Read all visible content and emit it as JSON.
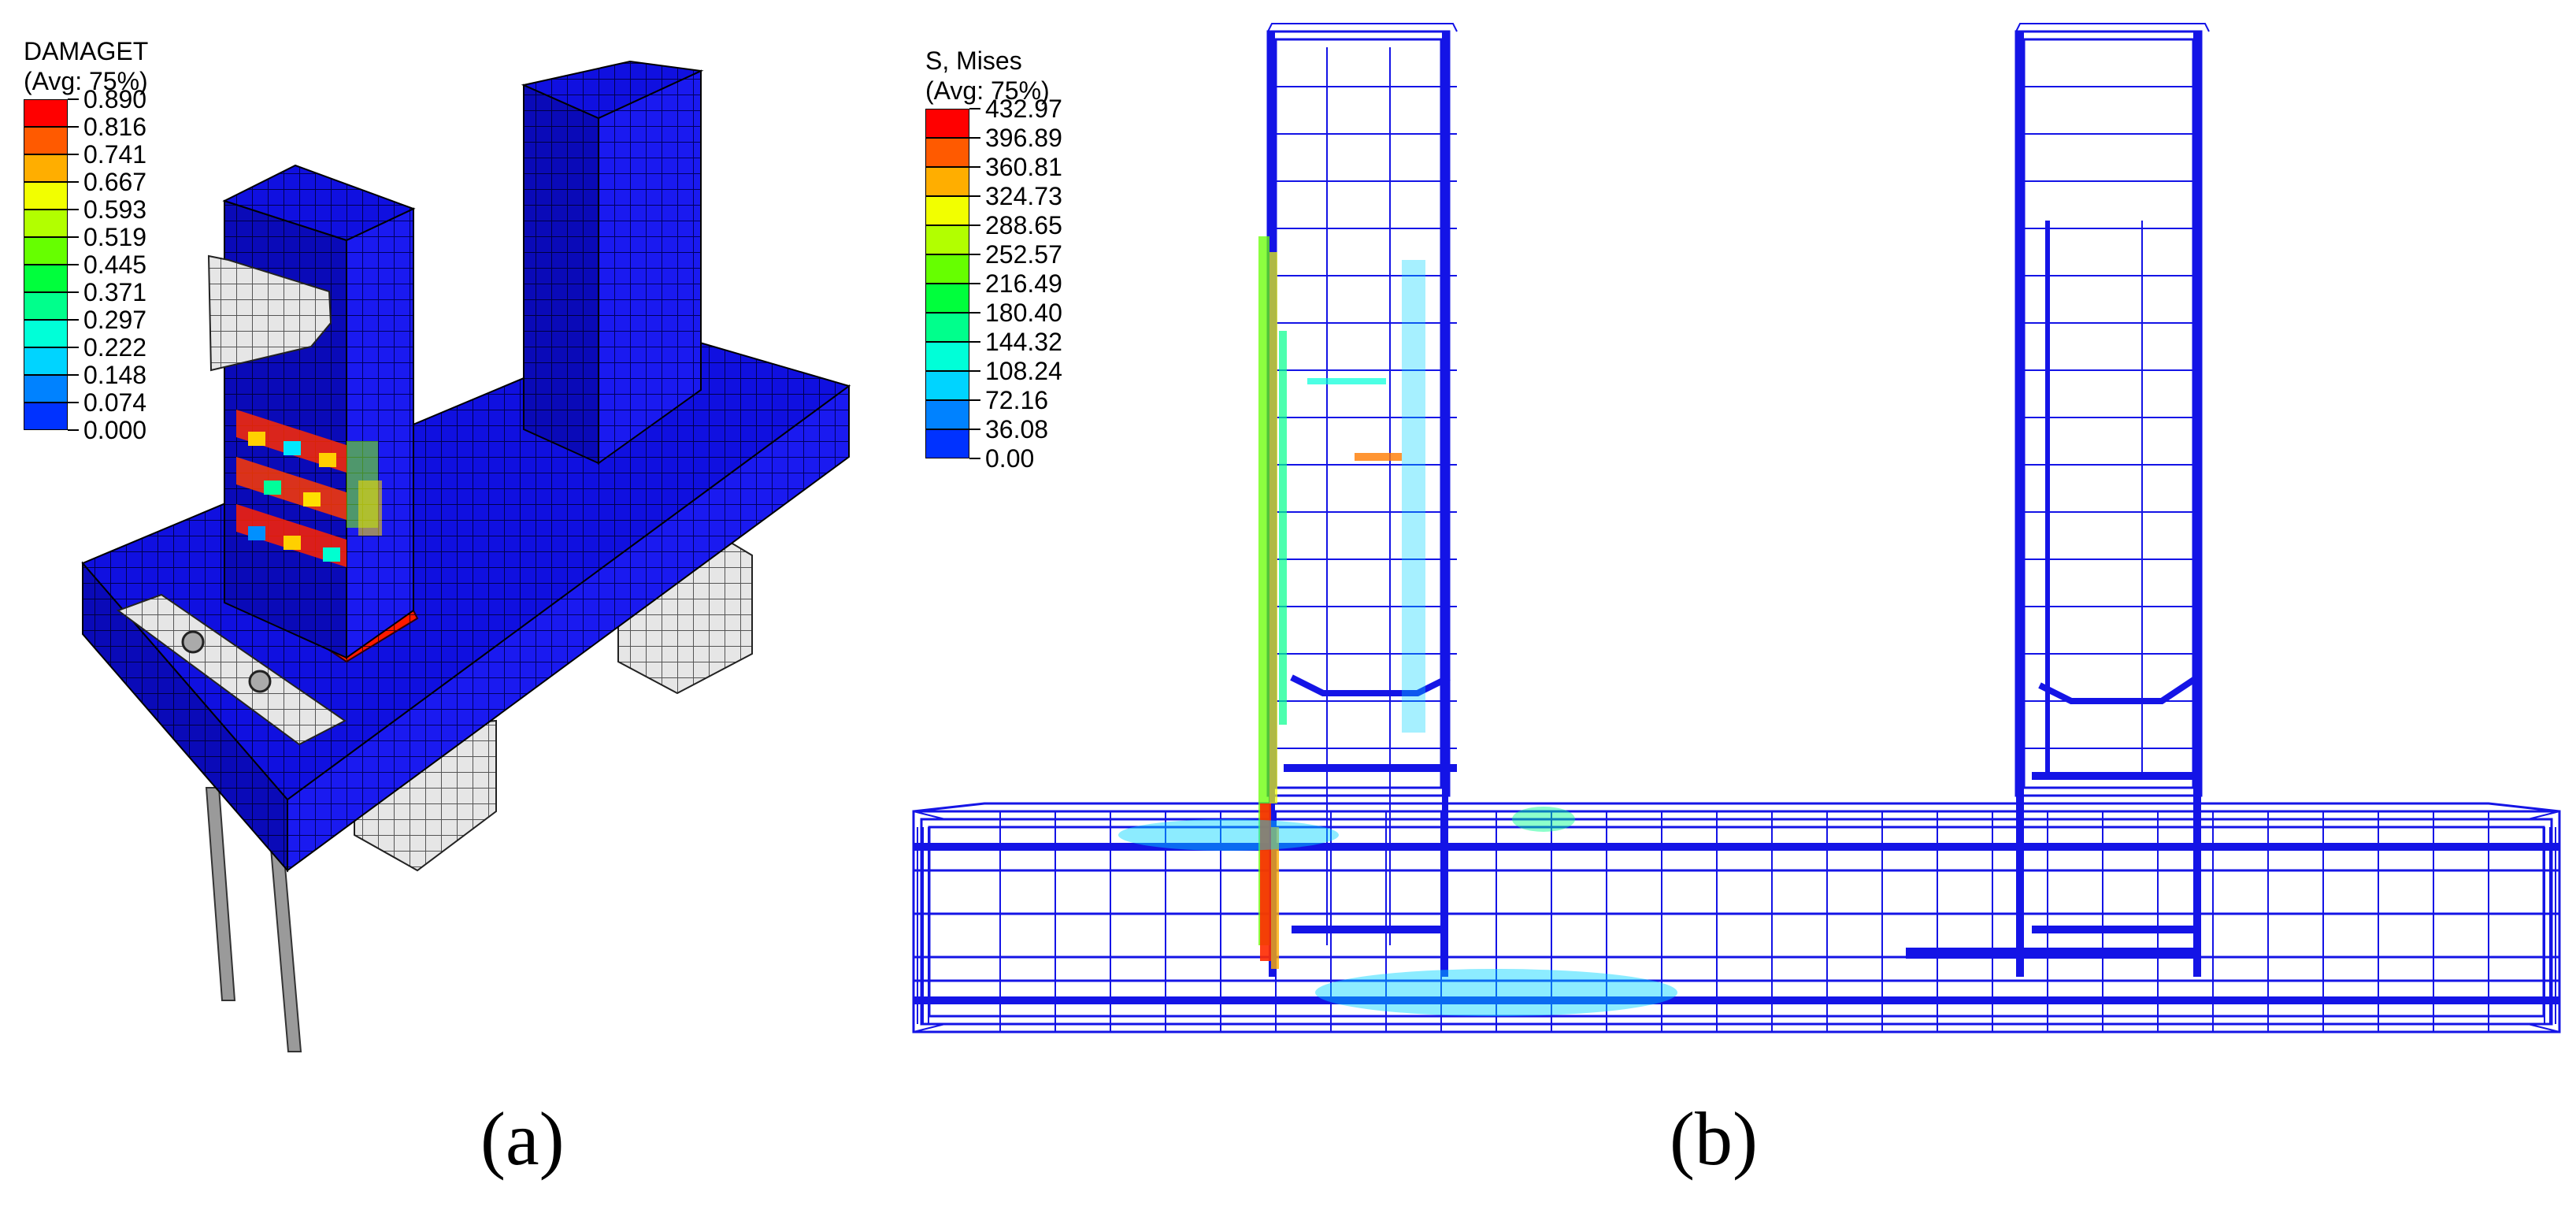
{
  "legend_a": {
    "title_line1": "DAMAGET",
    "title_line2": "(Avg: 75%)",
    "values": [
      "0.890",
      "0.816",
      "0.741",
      "0.667",
      "0.593",
      "0.519",
      "0.445",
      "0.371",
      "0.297",
      "0.222",
      "0.148",
      "0.074",
      "0.000"
    ]
  },
  "legend_b": {
    "title_line1": "S, Mises",
    "title_line2": "(Avg: 75%)",
    "values": [
      "432.97",
      "396.89",
      "360.81",
      "324.73",
      "288.65",
      "252.57",
      "216.49",
      "180.40",
      "144.32",
      "108.24",
      "72.16",
      "36.08",
      "0.00"
    ]
  },
  "contour_colors": [
    "#ff0000",
    "#ff5a00",
    "#ffae00",
    "#f2ff00",
    "#b2ff00",
    "#66ff00",
    "#00ff3c",
    "#00ff8c",
    "#00ffd8",
    "#00d4ff",
    "#0082ff",
    "#0032ff"
  ],
  "captions": {
    "a": "(a)",
    "b": "(b)"
  }
}
